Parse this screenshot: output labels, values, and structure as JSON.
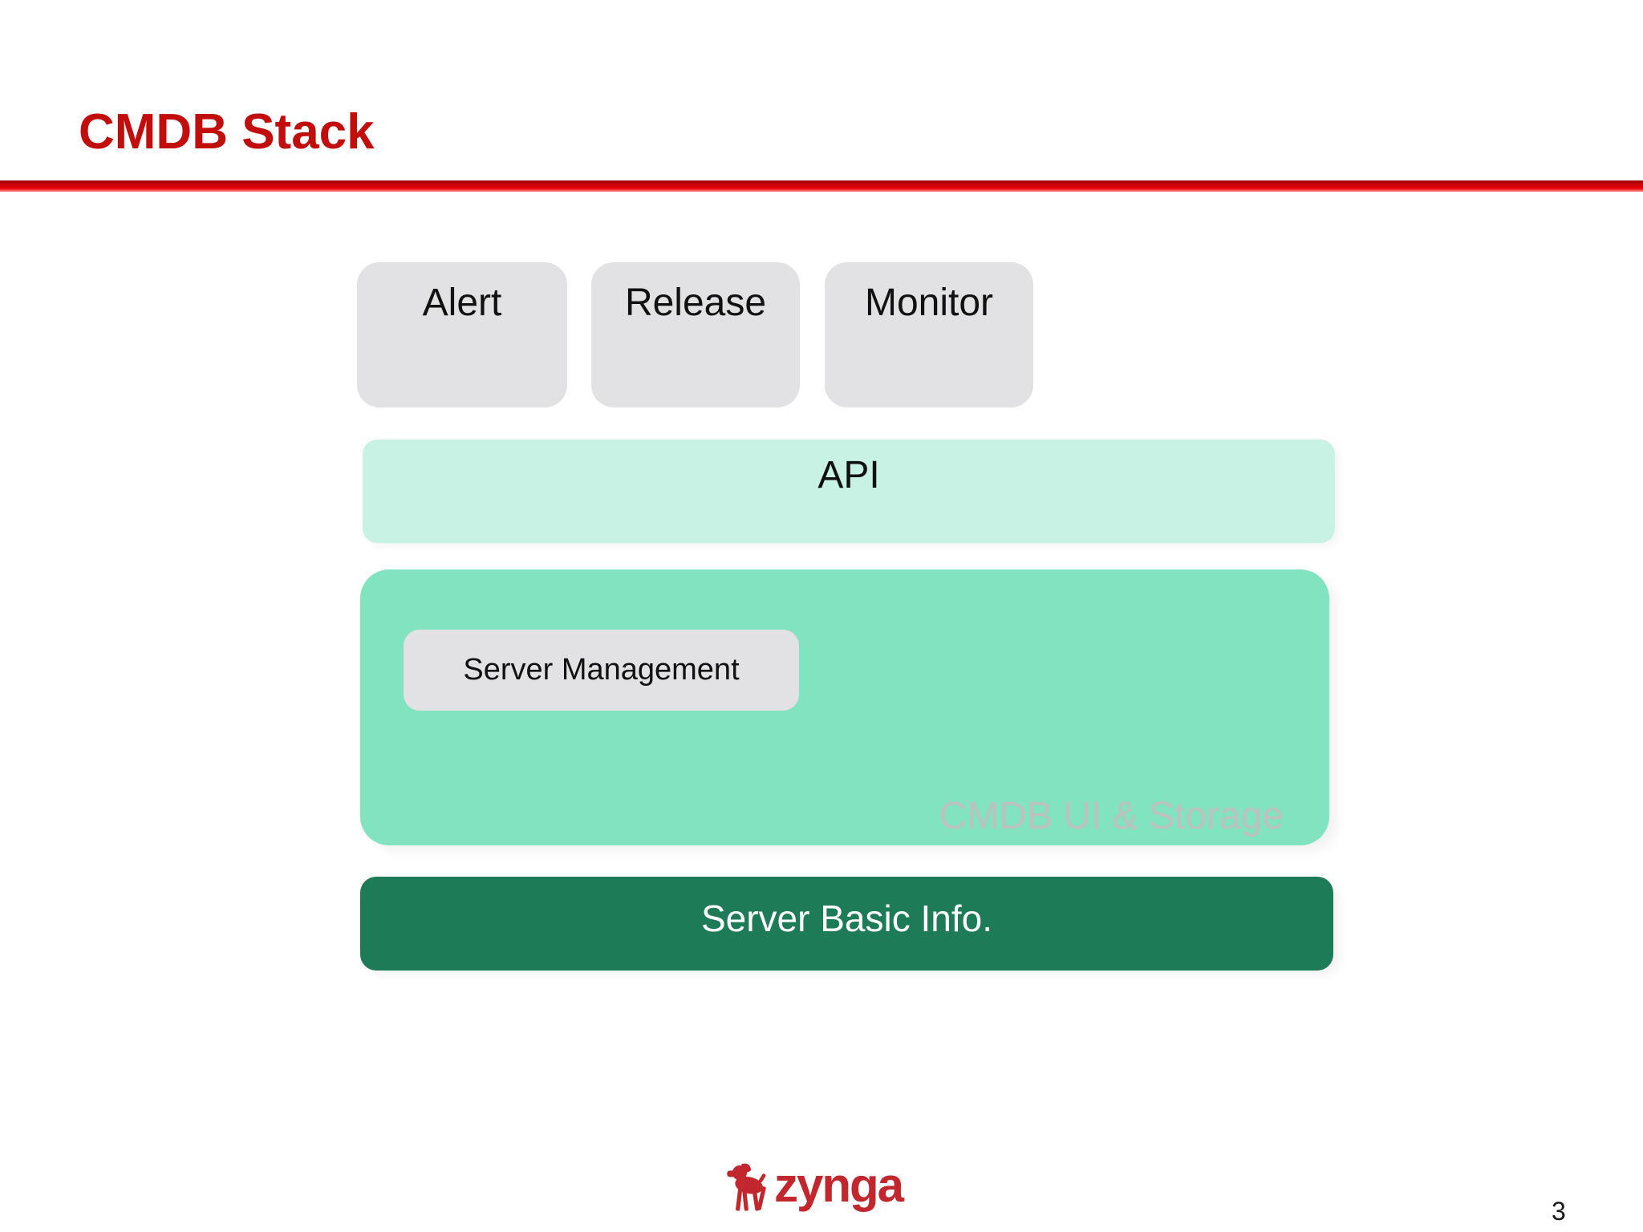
{
  "slide": {
    "title": "CMDB Stack",
    "page_number": "3"
  },
  "diagram": {
    "top_boxes": [
      {
        "label": "Alert"
      },
      {
        "label": "Release"
      },
      {
        "label": "Monitor"
      }
    ],
    "api_box": {
      "label": "API"
    },
    "panel": {
      "server_management_label": "Server Management",
      "watermark": "CMDB UI & Storage"
    },
    "base_box": {
      "label": "Server Basic Info."
    }
  },
  "footer": {
    "logo_text": "zynga",
    "logo_icon": "zynga-dog-icon"
  },
  "colors": {
    "title_red": "#c20d0d",
    "rule_red": "#d40000",
    "box_gray": "#e2e1e3",
    "api_mint": "#c8f3e4",
    "panel_green": "#81e3c0",
    "dark_green": "#1d7b58",
    "watermark_gray": "#bdc1c0",
    "logo_red": "#c1272d"
  }
}
